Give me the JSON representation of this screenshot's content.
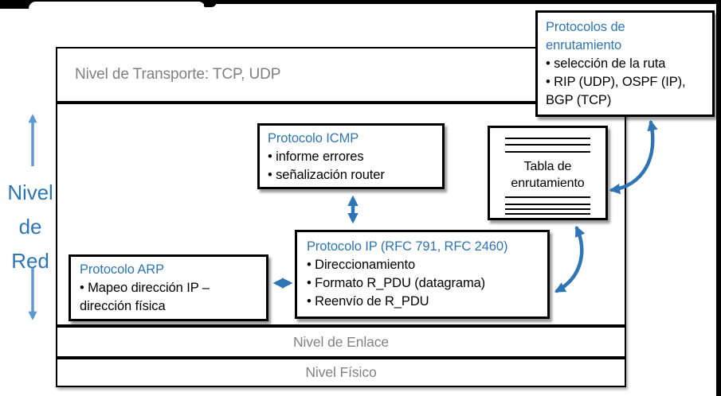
{
  "colors": {
    "accent_blue": "#2E75B6",
    "side_arrow_blue": "#5B9BD5",
    "gray_text": "#7F7F7F",
    "border_black": "#000000"
  },
  "side_label": {
    "line1": "Nivel",
    "line2": "de",
    "line3": "Red"
  },
  "layers": {
    "transport": {
      "label": "Nivel de Transporte: TCP, UDP"
    },
    "link": {
      "label": "Nivel de Enlace"
    },
    "physical": {
      "label": "Nivel Físico"
    }
  },
  "boxes": {
    "icmp": {
      "title": "Protocolo ICMP",
      "bullets": [
        "• informe errores",
        "• señalización router"
      ]
    },
    "routing_protocols": {
      "title": "Protocolos de enrutamiento",
      "bullets": [
        "• selección de la ruta",
        "• RIP (UDP), OSPF (IP), BGP (TCP)"
      ]
    },
    "routing_table": {
      "label_line1": "Tabla de",
      "label_line2": "enrutamiento"
    },
    "ip": {
      "title": "Protocolo IP (RFC 791, RFC 2460)",
      "bullets": [
        "• Direccionamiento",
        "• Formato R_PDU (datagrama)",
        "• Reenvío de R_PDU"
      ]
    },
    "arp": {
      "title": "Protocolo ARP",
      "bullets": [
        "• Mapeo dirección IP – dirección física"
      ]
    }
  }
}
